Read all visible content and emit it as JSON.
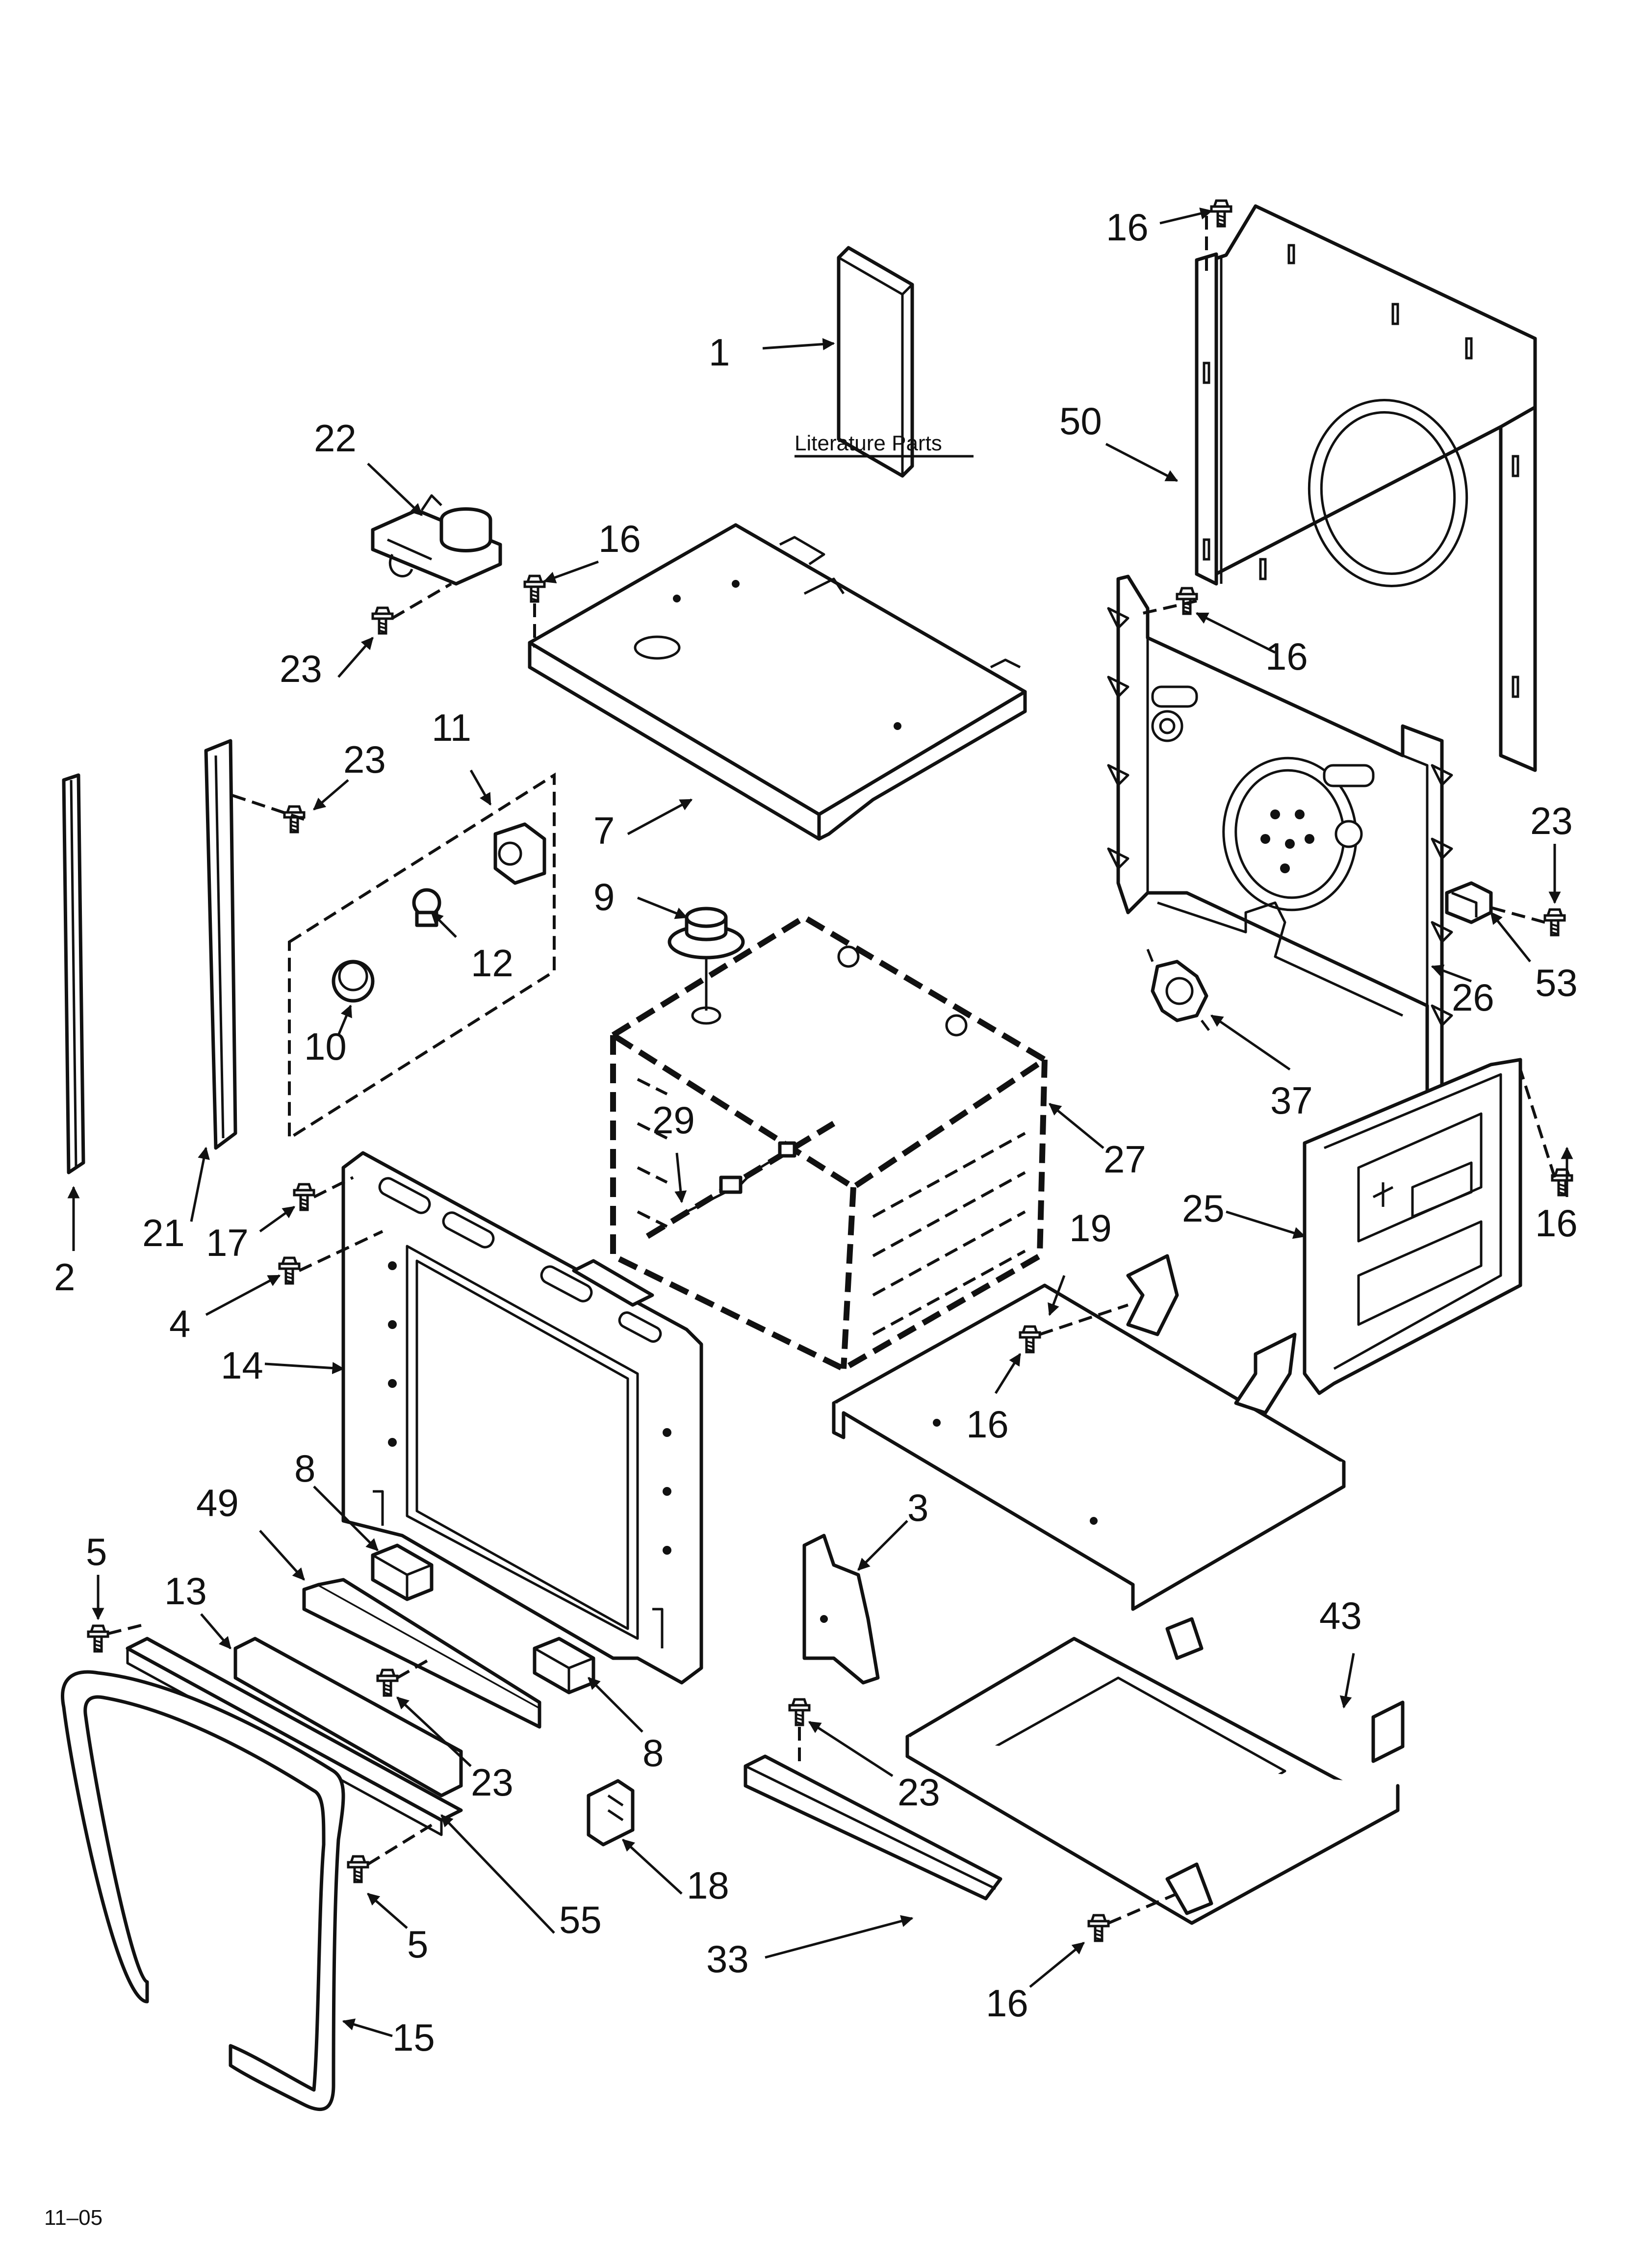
{
  "literature_caption": "Literature Parts",
  "revision": "11–05",
  "callouts": {
    "p1": "1",
    "p2": "2",
    "p3": "3",
    "p4": "4",
    "p5a": "5",
    "p5b": "5",
    "p7": "7",
    "p8a": "8",
    "p8b": "8",
    "p9": "9",
    "p10": "10",
    "p11": "11",
    "p12": "12",
    "p13": "13",
    "p14": "14",
    "p15": "15",
    "p16a": "16",
    "p16b": "16",
    "p16c": "16",
    "p16d": "16",
    "p16e": "16",
    "p16f": "16",
    "p17": "17",
    "p18": "18",
    "p19": "19",
    "p21": "21",
    "p22": "22",
    "p23a": "23",
    "p23b": "23",
    "p23c": "23",
    "p23d": "23",
    "p23e": "23",
    "p25": "25",
    "p26": "26",
    "p27": "27",
    "p29": "29",
    "p33": "33",
    "p37": "37",
    "p43": "43",
    "p49": "49",
    "p50": "50",
    "p53": "53",
    "p55": "55"
  }
}
